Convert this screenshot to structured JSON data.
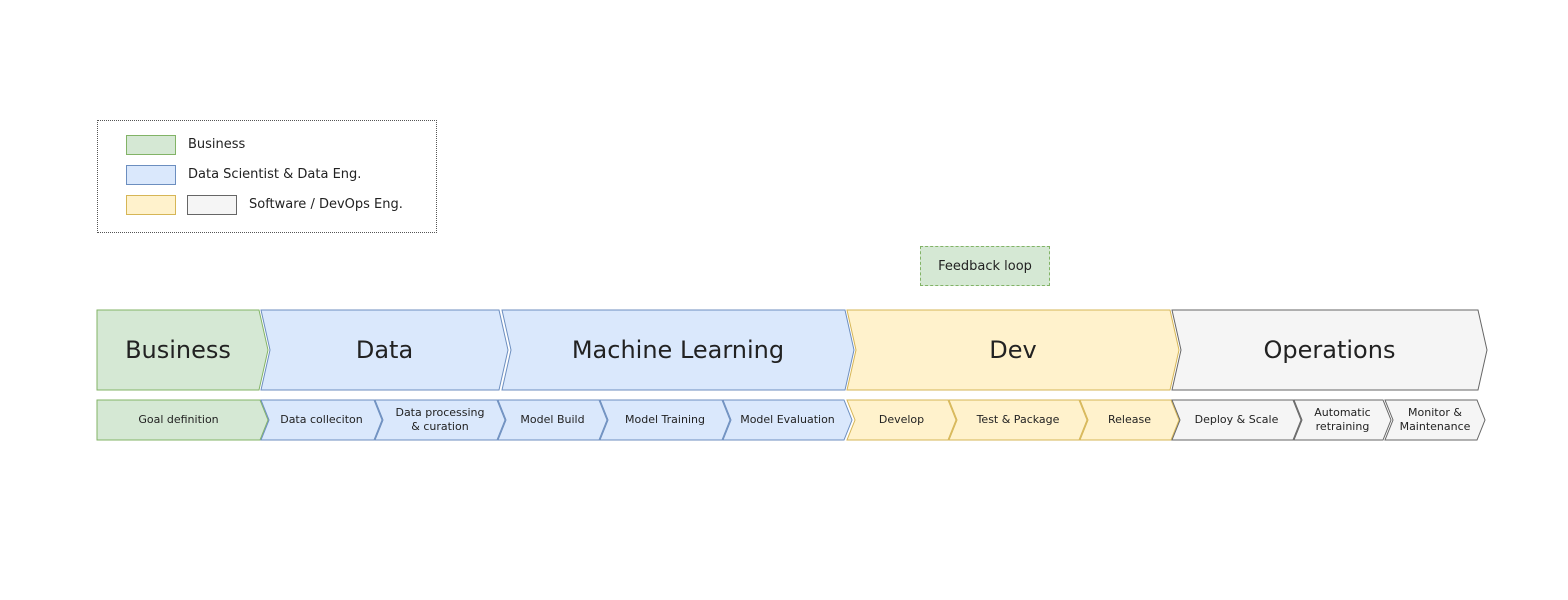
{
  "legend": {
    "items": [
      {
        "label": "Business",
        "fill": "#d5e8d4",
        "stroke": "#82b366"
      },
      {
        "label": "Data Scientist & Data Eng.",
        "fill": "#dae8fc",
        "stroke": "#6c8ebf"
      },
      {
        "label": "Software / DevOps Eng.",
        "fill": "#fff2cc",
        "stroke": "#d6b656",
        "fill2": "#f5f5f5",
        "stroke2": "#666666"
      }
    ]
  },
  "feedback": {
    "label": "Feedback loop"
  },
  "colors": {
    "business": {
      "fill": "#d5e8d4",
      "stroke": "#82b366"
    },
    "data": {
      "fill": "#dae8fc",
      "stroke": "#6c8ebf"
    },
    "dev": {
      "fill": "#fff2cc",
      "stroke": "#d6b656"
    },
    "ops": {
      "fill": "#f5f5f5",
      "stroke": "#666666"
    }
  },
  "phases": [
    {
      "label": "Business",
      "color": "business"
    },
    {
      "label": "Data",
      "color": "data"
    },
    {
      "label": "Machine Learning",
      "color": "data"
    },
    {
      "label": "Dev",
      "color": "dev"
    },
    {
      "label": "Operations",
      "color": "ops"
    }
  ],
  "steps": [
    {
      "label": "Goal definition",
      "color": "business"
    },
    {
      "label": "Data colleciton",
      "color": "data"
    },
    {
      "label": "Data processing\n& curation",
      "color": "data"
    },
    {
      "label": "Model Build",
      "color": "data"
    },
    {
      "label": "Model Training",
      "color": "data"
    },
    {
      "label": "Model Evaluation",
      "color": "data"
    },
    {
      "label": "Develop",
      "color": "dev"
    },
    {
      "label": "Test & Package",
      "color": "dev"
    },
    {
      "label": "Release",
      "color": "dev"
    },
    {
      "label": "Deploy & Scale",
      "color": "ops"
    },
    {
      "label": "Automatic\nretraining",
      "color": "ops"
    },
    {
      "label": "Monitor &\nMaintenance",
      "color": "ops"
    }
  ]
}
